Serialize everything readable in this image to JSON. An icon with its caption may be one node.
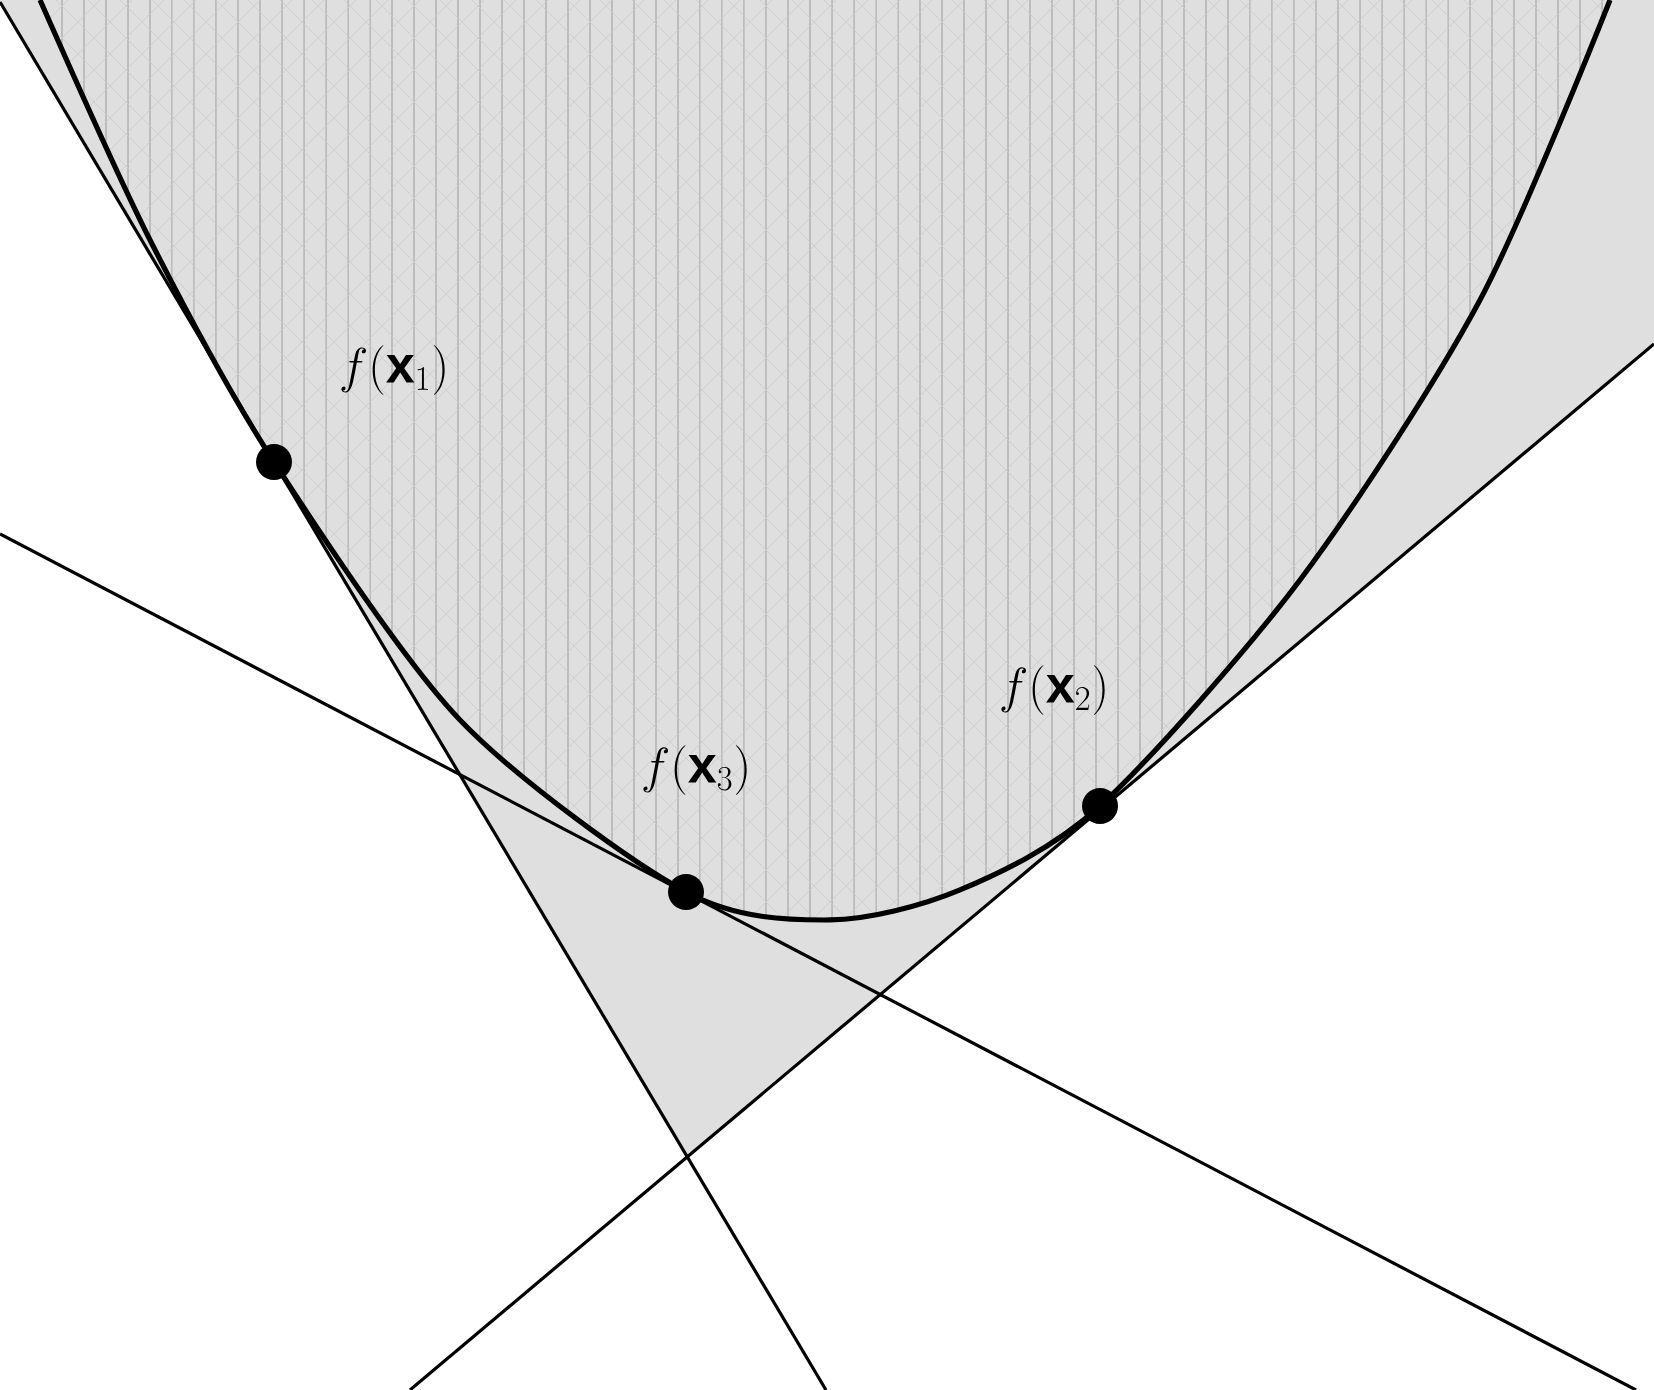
{
  "diagram": {
    "labels": [
      "f(\\mathbf{x}_1)",
      "f(\\mathbf{x}_3)",
      "f(\\mathbf{x}_2)"
    ]
  }
}
